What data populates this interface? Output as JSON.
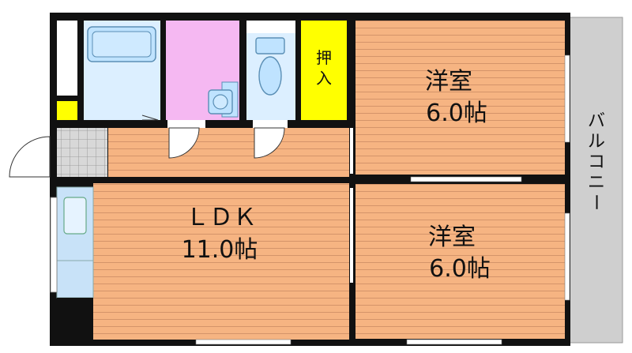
{
  "rooms": {
    "western_room_top": {
      "name": "洋室",
      "size": "6.0帖"
    },
    "western_room_bottom": {
      "name": "洋室",
      "size": "6.0帖"
    },
    "ldk": {
      "name": "ＬＤＫ",
      "size": "11.0帖"
    },
    "closet": {
      "name": "押入"
    },
    "balcony": {
      "name": "バルコニー"
    }
  },
  "colors": {
    "floor_wood": "#f6b482",
    "floor_lines": "#c98962",
    "wall": "#111111",
    "bath": "#dcefff",
    "washroom": "#f5b8f2",
    "toilet": "#dcefff",
    "closet": "#ffff00",
    "entrance_tile": "#d3d3d3",
    "balcony": "#cfcfcf",
    "kitchen": "#c8e2f8",
    "small_storage": "#ffff00"
  }
}
